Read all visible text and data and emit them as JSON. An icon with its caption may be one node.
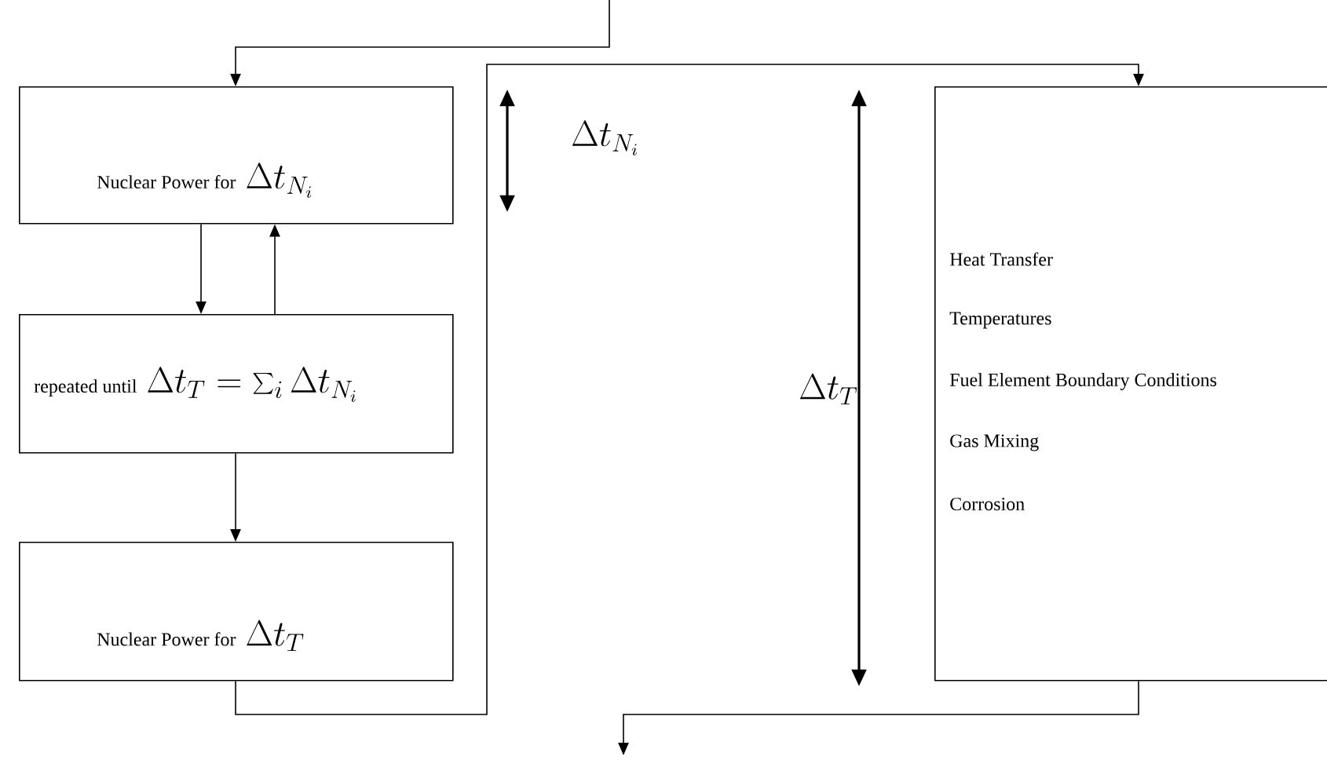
{
  "diagram": {
    "nodes": [
      {
        "text": [
          "Nuclear Power for",
          "\\Delta t_{N_i}"
        ]
      },
      {
        "text": [
          "repeated until",
          "\\Delta t_T = \\sum_i \\Delta t_{N_i}"
        ]
      },
      {
        "text": [
          "Nuclear Power for",
          "\\Delta t_T"
        ]
      },
      {
        "text": [
          "Heat Transfer",
          "Temperatures",
          "Fuel Element Boundary Conditions",
          "Gas Mixing",
          "Corrosion"
        ]
      }
    ],
    "edges": [
      {
        "from": null,
        "to": 0,
        "arrow": "to"
      },
      {
        "from": 0,
        "to": 1,
        "arrow": "to"
      },
      {
        "from": 1,
        "to": 0,
        "arrow": "to"
      },
      {
        "from": 1,
        "to": 2,
        "arrow": "to"
      },
      {
        "from": 2,
        "to": 3,
        "arrow": "to"
      },
      {
        "from": 3,
        "to": null,
        "arrow": "to"
      }
    ],
    "labels": [
      "\\Delta t_{N_{i}}",
      "\\Delta t_{T}"
    ]
  }
}
